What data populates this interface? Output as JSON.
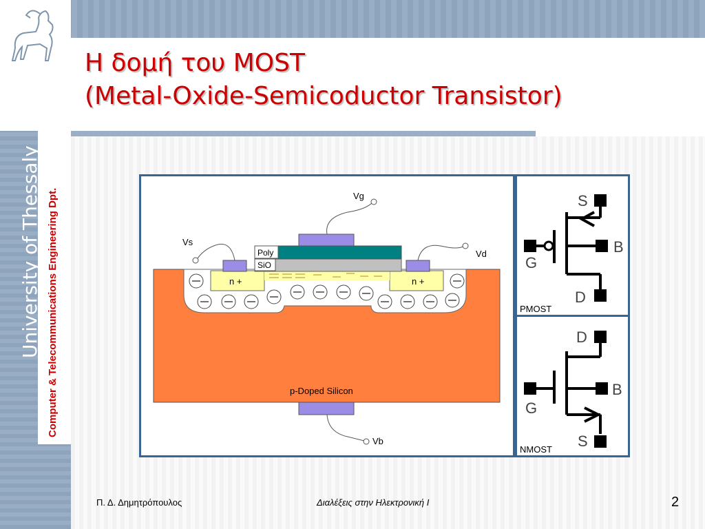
{
  "title": "Η δομή του MOST",
  "subtitle": "(Metal-Oxide-Semicoductor Transistor)",
  "sidebar": {
    "university": "University of Thessaly",
    "department": "Computer & Telecommunications Engineering Dpt."
  },
  "diagram": {
    "terminals": {
      "gate": "Vg",
      "source": "Vs",
      "drain": "Vd",
      "body": "Vb"
    },
    "layers": {
      "poly": "Poly",
      "oxide": "SiO"
    },
    "regions": {
      "n_left": "n +",
      "n_right": "n +",
      "substrate": "p-Doped Silicon"
    },
    "colors": {
      "substrate": "#ff7f3f",
      "poly": "#008080",
      "oxide": "#c0c0c0",
      "contact": "#9b8ce6",
      "n_region": "#ffffa8"
    }
  },
  "symbols": {
    "pmos": {
      "label": "PMOST",
      "s": "S",
      "g": "G",
      "b": "B",
      "d": "D"
    },
    "nmos": {
      "label": "NMOST",
      "s": "S",
      "g": "G",
      "b": "B",
      "d": "D"
    }
  },
  "footer": {
    "author": "Π. Δ. Δημητρόπουλος",
    "course": "Διαλέξεις στην Ηλεκτρονική Ι",
    "page": "2"
  }
}
